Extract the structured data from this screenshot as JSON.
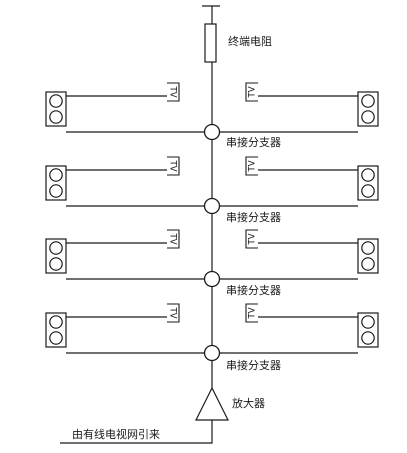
{
  "terminator_label": "终端电阻",
  "splitter_label": "串接分支器",
  "outlet_text": "TV",
  "amplifier_label": "放大器",
  "source_label": "由有线电视网引来",
  "splitter_count": 4,
  "colors": {
    "line": "#1a1a1a",
    "background": "#ffffff"
  }
}
